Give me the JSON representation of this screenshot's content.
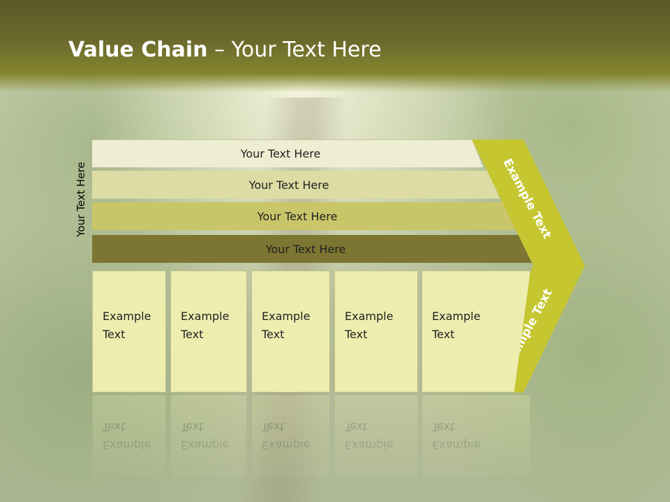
{
  "title": {
    "bold": "Value Chain",
    "rest": " – Your Text Here"
  },
  "side_label": "Your Text Here",
  "bars": [
    {
      "label": "Your Text Here"
    },
    {
      "label": "Your Text Here"
    },
    {
      "label": "Your Text Here"
    },
    {
      "label": "Your Text Here"
    }
  ],
  "chevron": {
    "top_label": "Example Text",
    "bottom_label": "Example Text",
    "color": "#c5c630"
  },
  "boxes": [
    {
      "label": "Example\nText"
    },
    {
      "label": "Example\nText"
    },
    {
      "label": "Example\nText"
    },
    {
      "label": "Example\nText"
    },
    {
      "label": "Example\nText"
    }
  ]
}
